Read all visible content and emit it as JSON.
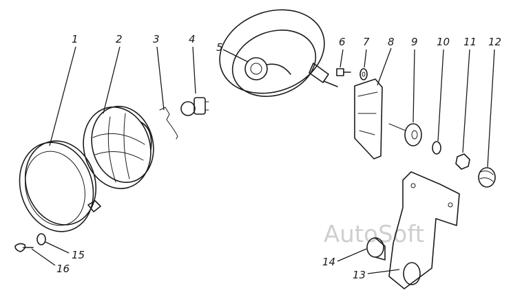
{
  "watermark": "AutoSoft",
  "parts": [
    {
      "label": "1",
      "name": "rim"
    },
    {
      "label": "2",
      "name": "lens"
    },
    {
      "label": "3",
      "name": "wire"
    },
    {
      "label": "4",
      "name": "bulb"
    },
    {
      "label": "5",
      "name": "housing"
    },
    {
      "label": "6",
      "name": "screw"
    },
    {
      "label": "7",
      "name": "washer"
    },
    {
      "label": "8",
      "name": "bracket"
    },
    {
      "label": "9",
      "name": "bushing"
    },
    {
      "label": "10",
      "name": "spring-washer"
    },
    {
      "label": "11",
      "name": "nut"
    },
    {
      "label": "12",
      "name": "cap-nut"
    },
    {
      "label": "13",
      "name": "mount-plate"
    },
    {
      "label": "14",
      "name": "rubber-pad"
    },
    {
      "label": "15",
      "name": "rim-washer"
    },
    {
      "label": "16",
      "name": "rim-screw"
    }
  ]
}
